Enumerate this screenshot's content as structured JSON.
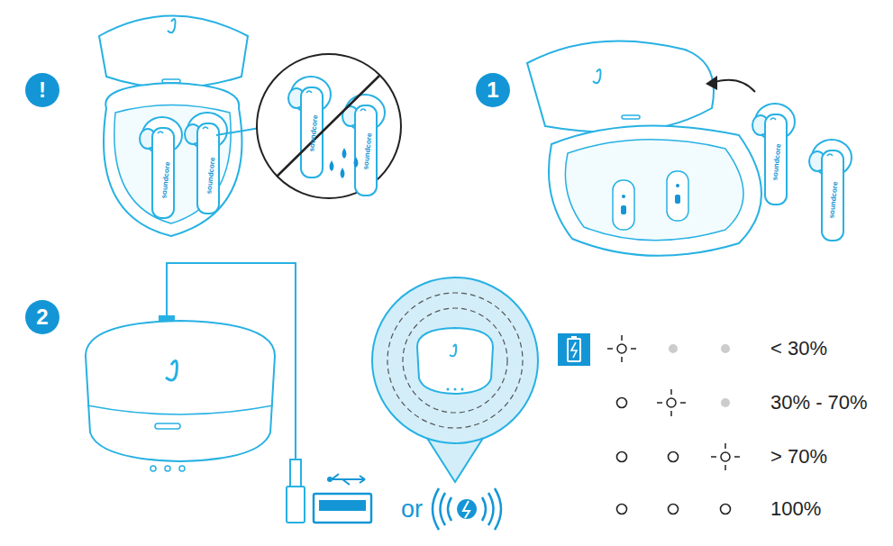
{
  "diagram": {
    "nodes": [
      {
        "text": [
          "!"
        ]
      },
      {
        "text": [
          "1"
        ]
      },
      {
        "text": [
          "2"
        ]
      }
    ],
    "labels": [
      "soundcore",
      "soundcore",
      "soundcore",
      "soundcore",
      "soundcore",
      "soundcore",
      "or",
      "< 30%",
      "30% - 70%",
      "> 70%",
      "100%"
    ]
  }
}
